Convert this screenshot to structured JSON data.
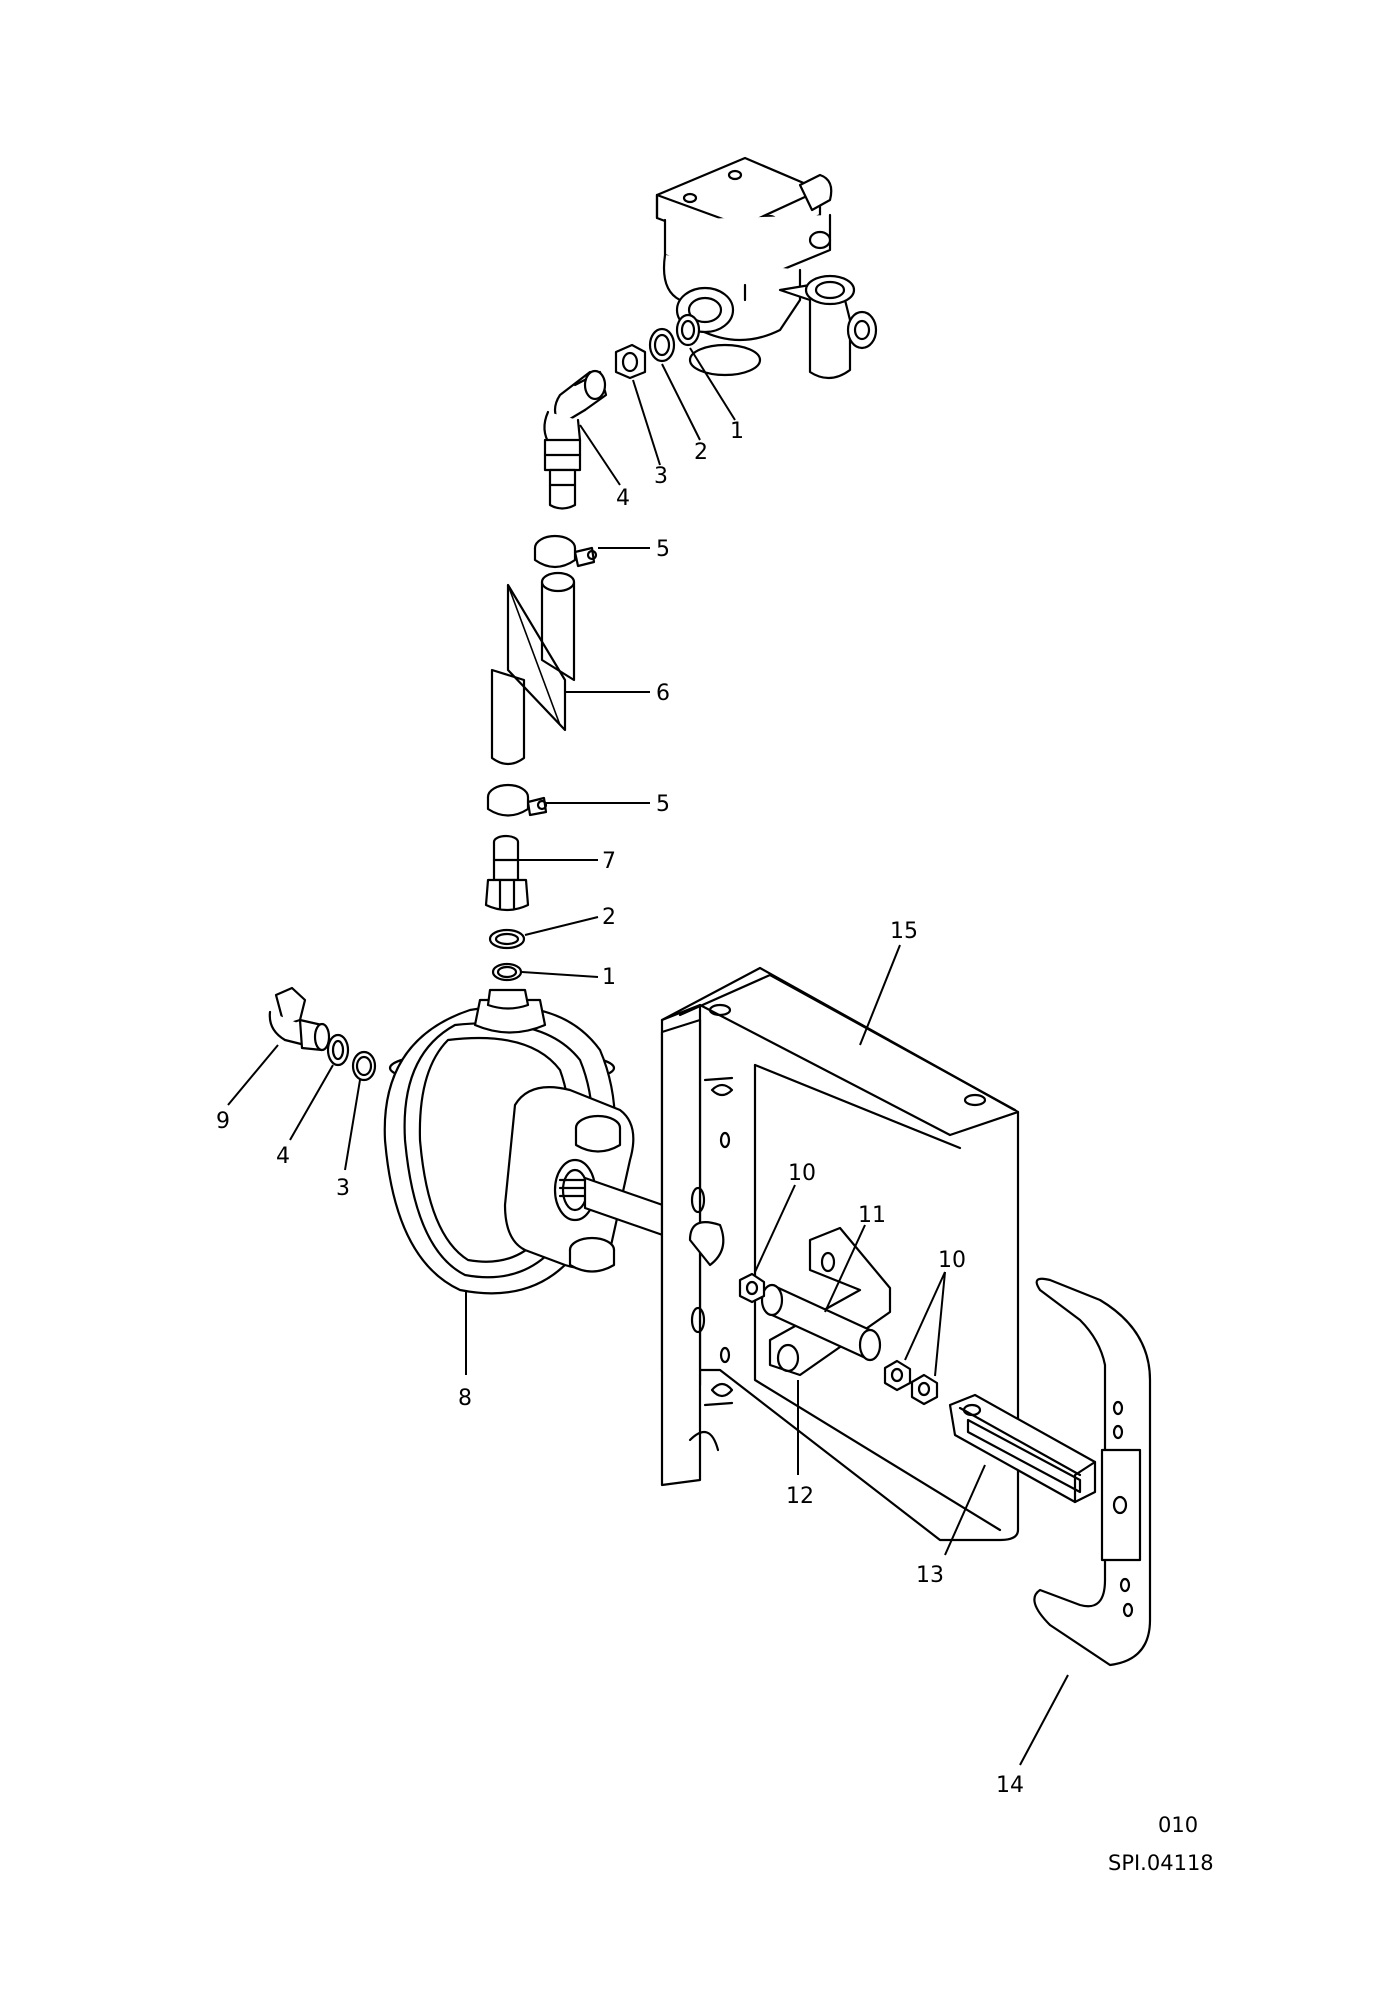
{
  "callouts": {
    "c1_top": "1",
    "c2_top": "2",
    "c3_top": "3",
    "c4_top": "4",
    "c5_top": "5",
    "c6": "6",
    "c5_bottom": "5",
    "c7": "7",
    "c2_bottom": "2",
    "c1_bottom": "1",
    "c15": "15",
    "c9": "9",
    "c4_bottom": "4",
    "c3_bottom": "3",
    "c10_left": "10",
    "c11": "11",
    "c10_right": "10",
    "c8": "8",
    "c12": "12",
    "c13": "13",
    "c14": "14"
  },
  "footer": {
    "sheet": "010",
    "reference": "SPI.04118"
  }
}
